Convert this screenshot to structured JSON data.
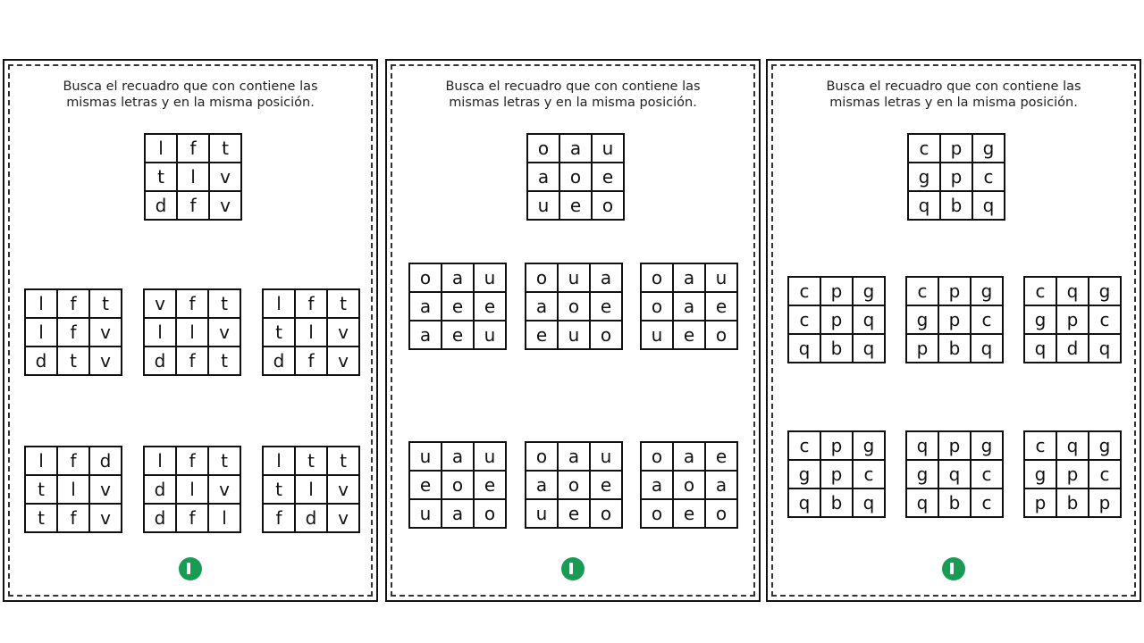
{
  "instruction": "Busca el recuadro que con contiene las mismas letras y en la misma posición.",
  "colors": {
    "logo": "#1a9b54"
  },
  "pages": [
    {
      "target": [
        "lft",
        "tlv",
        "dfv"
      ],
      "options": [
        [
          "lft",
          "lfv",
          "dtv"
        ],
        [
          "vft",
          "llv",
          "dft"
        ],
        [
          "lft",
          "tlv",
          "dfv"
        ],
        [
          "lfd",
          "tlv",
          "tfv"
        ],
        [
          "lft",
          "dlv",
          "dfl"
        ],
        [
          "ltt",
          "tlv",
          "fdv"
        ]
      ]
    },
    {
      "target": [
        "oau",
        "aoe",
        "ueo"
      ],
      "options": [
        [
          "oau",
          "aee",
          "aeu"
        ],
        [
          "oua",
          "aoe",
          "euo"
        ],
        [
          "oau",
          "oae",
          "ueo"
        ],
        [
          "uau",
          "eoe",
          "uao"
        ],
        [
          "oau",
          "aoe",
          "ueo"
        ],
        [
          "oae",
          "aoa",
          "oeo"
        ]
      ]
    },
    {
      "target": [
        "cpg",
        "gpc",
        "qbq"
      ],
      "options": [
        [
          "cpg",
          "cpq",
          "qbq"
        ],
        [
          "cpg",
          "gpc",
          "pbq"
        ],
        [
          "cqg",
          "gpc",
          "qdq"
        ],
        [
          "cpg",
          "gpc",
          "qbq"
        ],
        [
          "qpg",
          "gqc",
          "qbc"
        ],
        [
          "cqg",
          "gpc",
          "pbp"
        ]
      ]
    }
  ]
}
